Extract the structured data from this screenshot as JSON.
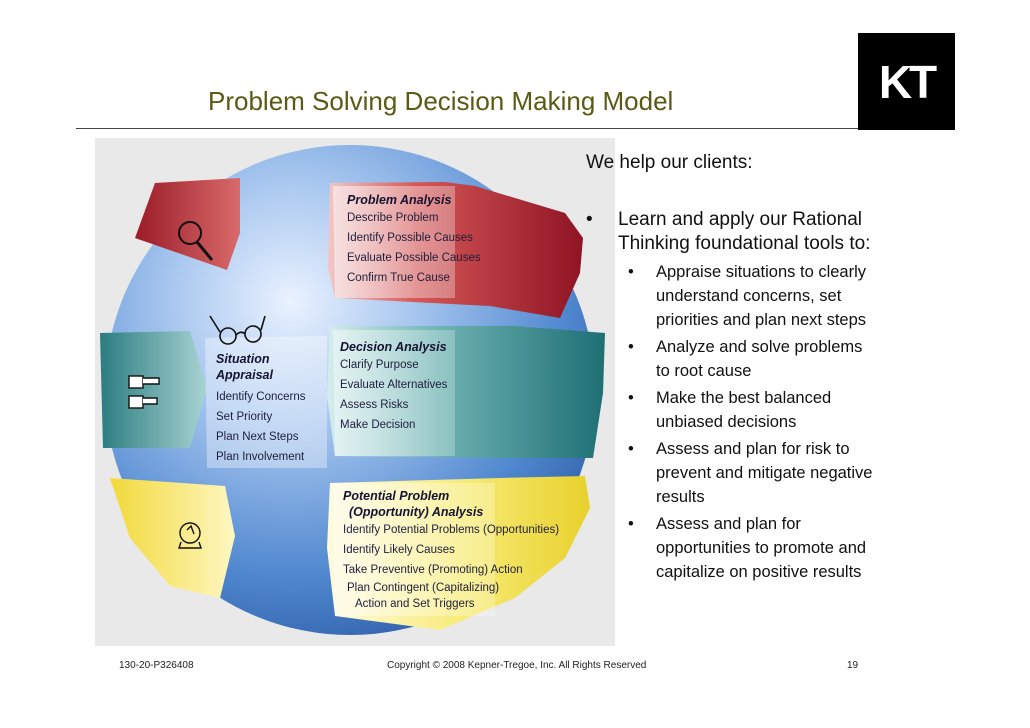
{
  "header": {
    "title": "Problem Solving Decision Making Model",
    "logo_text": "KT"
  },
  "diagram": {
    "problem_analysis": {
      "heading": "Problem Analysis",
      "items": [
        "Describe Problem",
        "Identify Possible Causes",
        "Evaluate Possible Causes",
        "Confirm True Cause"
      ]
    },
    "situation_appraisal": {
      "heading_line1": "Situation",
      "heading_line2": "Appraisal",
      "items": [
        "Identify Concerns",
        "Set Priority",
        "Plan Next Steps",
        "Plan Involvement"
      ]
    },
    "decision_analysis": {
      "heading": "Decision Analysis",
      "items": [
        "Clarify Purpose",
        "Evaluate Alternatives",
        "Assess Risks",
        "Make Decision"
      ]
    },
    "potential_problem": {
      "heading_line1": "Potential Problem",
      "heading_line2": "(Opportunity) Analysis",
      "items": [
        "Identify Potential Problems (Opportunities)",
        "Identify Likely Causes",
        "Take Preventive (Promoting) Action",
        "Plan Contingent (Capitalizing)",
        "Action and Set Triggers"
      ]
    },
    "icons": [
      "magnifier-icon",
      "eyeglasses-icon",
      "pointing-hands-icon",
      "crystal-ball-icon"
    ],
    "colors": {
      "sphere": "#4f87cf",
      "red_band": "#b02433",
      "teal_band": "#2a8a8a",
      "yellow_band": "#f2e24a"
    }
  },
  "content": {
    "intro": "We help our clients:",
    "bullet_symbol": "•",
    "main_bullet": {
      "line1": "Learn and apply our Rational",
      "line2": "Thinking foundational tools to:"
    },
    "sub_bullets": [
      [
        "Appraise situations to clearly",
        "understand concerns, set",
        "priorities and plan next steps"
      ],
      [
        "Analyze and solve problems",
        "to root cause"
      ],
      [
        "Make the best balanced",
        "unbiased decisions"
      ],
      [
        "Assess and plan for risk to",
        "prevent and mitigate negative",
        "results"
      ],
      [
        "Assess and plan for",
        "opportunities to promote and",
        "capitalize on positive results"
      ]
    ]
  },
  "footer": {
    "code": "130-20-P326408",
    "copyright": "Copyright © 2008 Kepner-Tregoe, Inc. All Rights Reserved",
    "page": "19"
  }
}
